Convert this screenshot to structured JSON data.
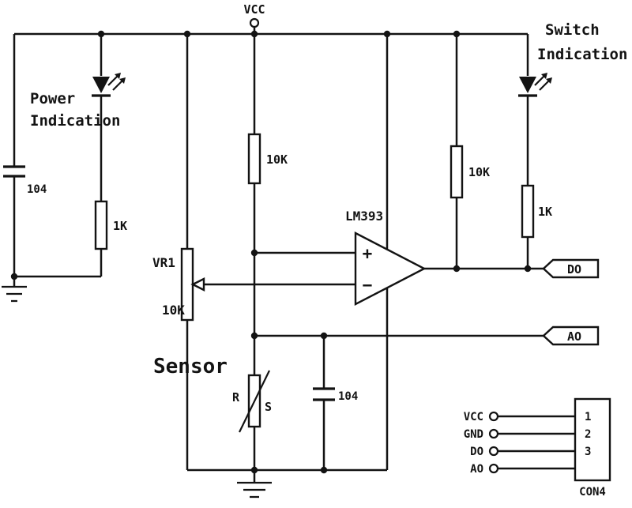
{
  "labels": {
    "vcc_top": "VCC",
    "power_indication": [
      "Power",
      "Indication"
    ],
    "switch_indication": [
      "Switch",
      "Indication"
    ],
    "sensor": "Sensor"
  },
  "components": {
    "opamp": {
      "name": "LM393",
      "plus": "+",
      "minus": "−"
    },
    "pot": {
      "name": "VR1",
      "value": "10K"
    },
    "r_divider": {
      "value": "10K"
    },
    "r_pullup": {
      "value": "10K"
    },
    "r_power_led": {
      "value": "1K"
    },
    "r_switch_led": {
      "value": "1K"
    },
    "c_input": {
      "value": "104"
    },
    "c_filter": {
      "value": "104"
    },
    "sensor_probe": {
      "r": "R",
      "s": "S"
    }
  },
  "outputs": {
    "do": "DO",
    "ao": "AO"
  },
  "connector": {
    "name": "CON4",
    "pins": [
      {
        "label": "VCC",
        "num": "1"
      },
      {
        "label": "GND",
        "num": "2"
      },
      {
        "label": "DO",
        "num": "3"
      },
      {
        "label": "AO",
        "num": ""
      }
    ]
  }
}
